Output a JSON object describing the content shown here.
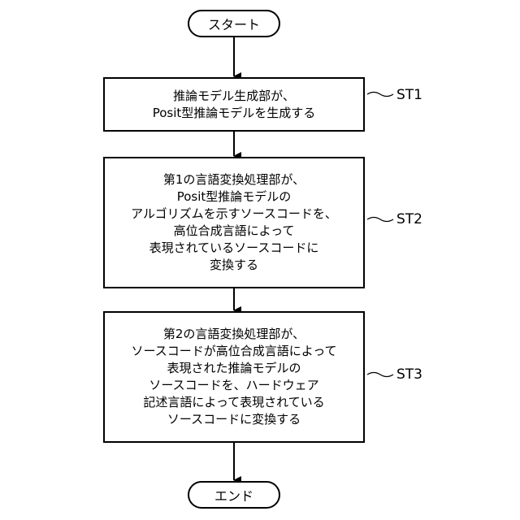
{
  "start": "スタート",
  "end": "エンド",
  "steps": [
    {
      "label": "ST1",
      "lines": [
        "推論モデル生成部が、",
        "Posit型推論モデルを生成する"
      ]
    },
    {
      "label": "ST2",
      "lines": [
        "第1の言語変換処理部が、",
        "Posit型推論モデルの",
        "アルゴリズムを示すソースコードを、",
        "高位合成言語によって",
        "表現されているソースコードに",
        "変換する"
      ]
    },
    {
      "label": "ST3",
      "lines": [
        "第2の言語変換処理部が、",
        "ソースコードが高位合成言語によって",
        "表現された推論モデルの",
        "ソースコードを、ハードウェア",
        "記述言語によって表現されている",
        "ソースコードに変換する"
      ]
    }
  ]
}
